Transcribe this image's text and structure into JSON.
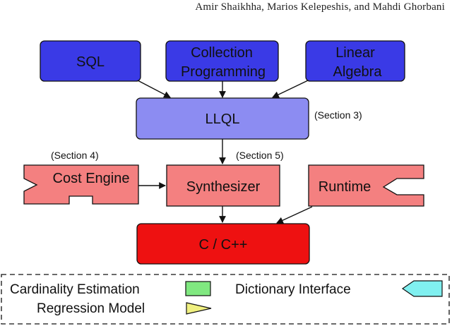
{
  "header": {
    "authors": "Amir Shaikhha, Marios Kelepeshis, and Mahdi Ghorbani"
  },
  "nodes": {
    "sql": "SQL",
    "collection_line1": "Collection",
    "collection_line2": "Programming",
    "linear_line1": "Linear",
    "linear_line2": "Algebra",
    "llql": "LLQL",
    "cost_engine": "Cost Engine",
    "synthesizer": "Synthesizer",
    "runtime": "Runtime",
    "c_cpp": "C / C++"
  },
  "annotations": {
    "llql_section": "(Section 3)",
    "cost_engine_section": "(Section 4)",
    "synthesizer_section": "(Section 5)"
  },
  "legend": {
    "cardinality": "Cardinality Estimation",
    "regression": "Regression Model",
    "dictionary": "Dictionary Interface"
  },
  "colors": {
    "frontend": "#3a3ae6",
    "llql": "#8c8cf2",
    "synth": "#f48080",
    "output": "#ee1111",
    "cardinality": "#80e880",
    "regression": "#f0f080",
    "dictionary": "#80f0f0"
  }
}
